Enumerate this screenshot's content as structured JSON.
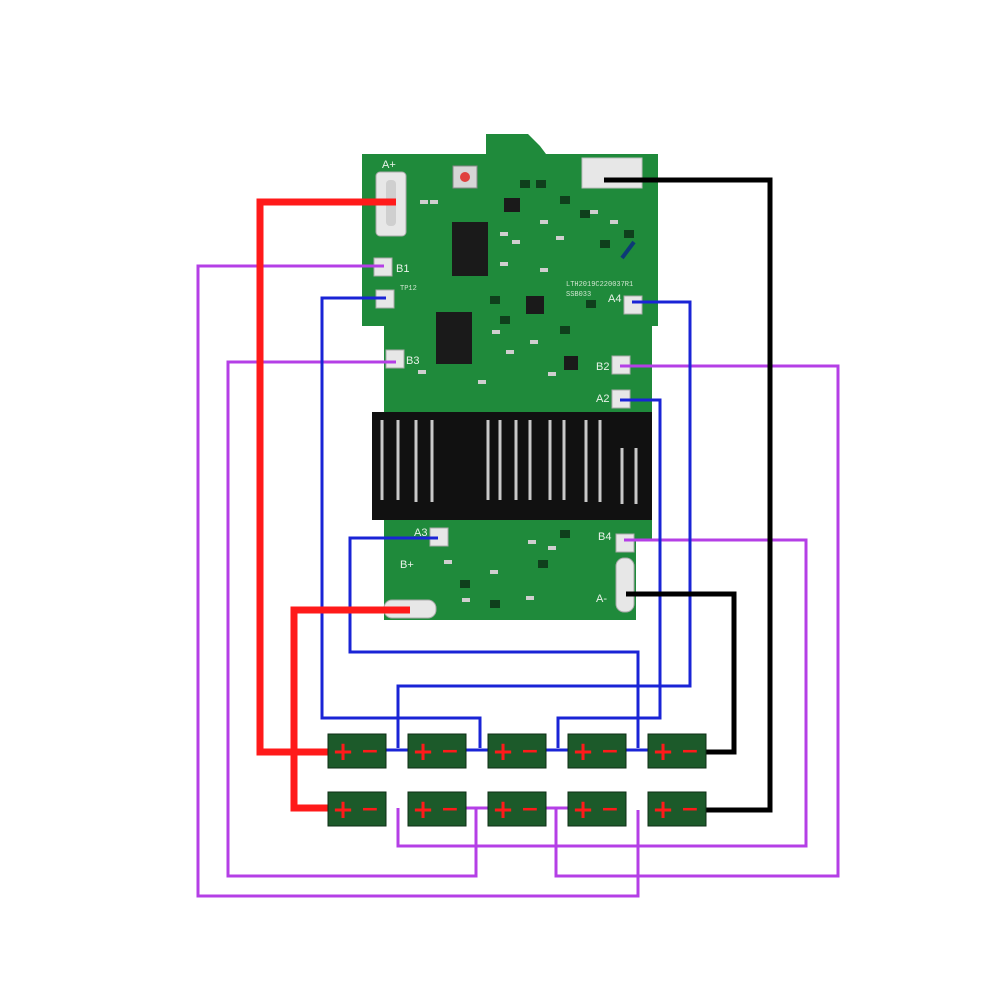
{
  "board": {
    "pad_labels": {
      "a_plus": "A+",
      "b1": "B1",
      "b3": "B3",
      "a3": "A3",
      "b_plus": "B+",
      "a4": "A4",
      "b2": "B2",
      "a2": "A2",
      "b4": "B4",
      "a_minus": "A-"
    },
    "silkscreen": {
      "code_line_1": "LTH2019C220037R1",
      "code_line_2": "SSB033",
      "tp_label": "TP12"
    }
  },
  "cells": {
    "plus_symbol": "+",
    "minus_symbol": "−",
    "rows": [
      {
        "row": "top",
        "count": 5
      },
      {
        "row": "bottom",
        "count": 5
      }
    ]
  },
  "colors": {
    "pcb": "#1f8a3b",
    "pcb_dark": "#17702e",
    "cell": "#1c5a2a",
    "red_wire": "#ff1a1a",
    "black_wire": "#000000",
    "blue_wire": "#1a24d6",
    "purple_wire": "#b43fe6"
  }
}
